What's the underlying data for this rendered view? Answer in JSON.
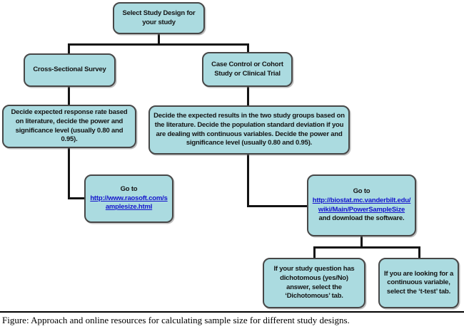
{
  "colors": {
    "box_fill": "#abdbe0",
    "box_border": "#474747",
    "connector": "#141414",
    "link": "#1414cc",
    "text": "#141414"
  },
  "nodes": {
    "root": {
      "label": "Select Study Design for your study"
    },
    "cross_sectional": {
      "label": "Cross-Sectional Survey"
    },
    "case_control": {
      "label": "Case Control or Cohort Study or Clinical Trial"
    },
    "decide_response": {
      "label": "Decide expected response rate based on literature, decide the power and significance level (usually 0.80 and 0.95)."
    },
    "decide_results": {
      "label": "Decide the expected results in the two study groups based on the literature. Decide the population standard deviation if you are dealing with continuous variables. Decide the power and significance level (usually 0.80 and 0.95)."
    },
    "goto_raosoft": {
      "prefix": "Go to",
      "link_text": "http://www.raosoft.com/samplesize.html"
    },
    "goto_vanderbilt": {
      "prefix": "Go to",
      "link_text": "http://biostat.mc.vanderbilt.edu/wiki/Main/PowerSampleSize",
      "suffix": "and download the software."
    },
    "dichotomous": {
      "label": "If your study question has dichotomous (yes/No) answer, select the ‘Dichotomous’ tab."
    },
    "ttest": {
      "label": "If you are looking for a continuous variable, select the ‘t-test’ tab."
    }
  },
  "caption": "Figure: Approach and online resources for calculating sample size for different study designs."
}
